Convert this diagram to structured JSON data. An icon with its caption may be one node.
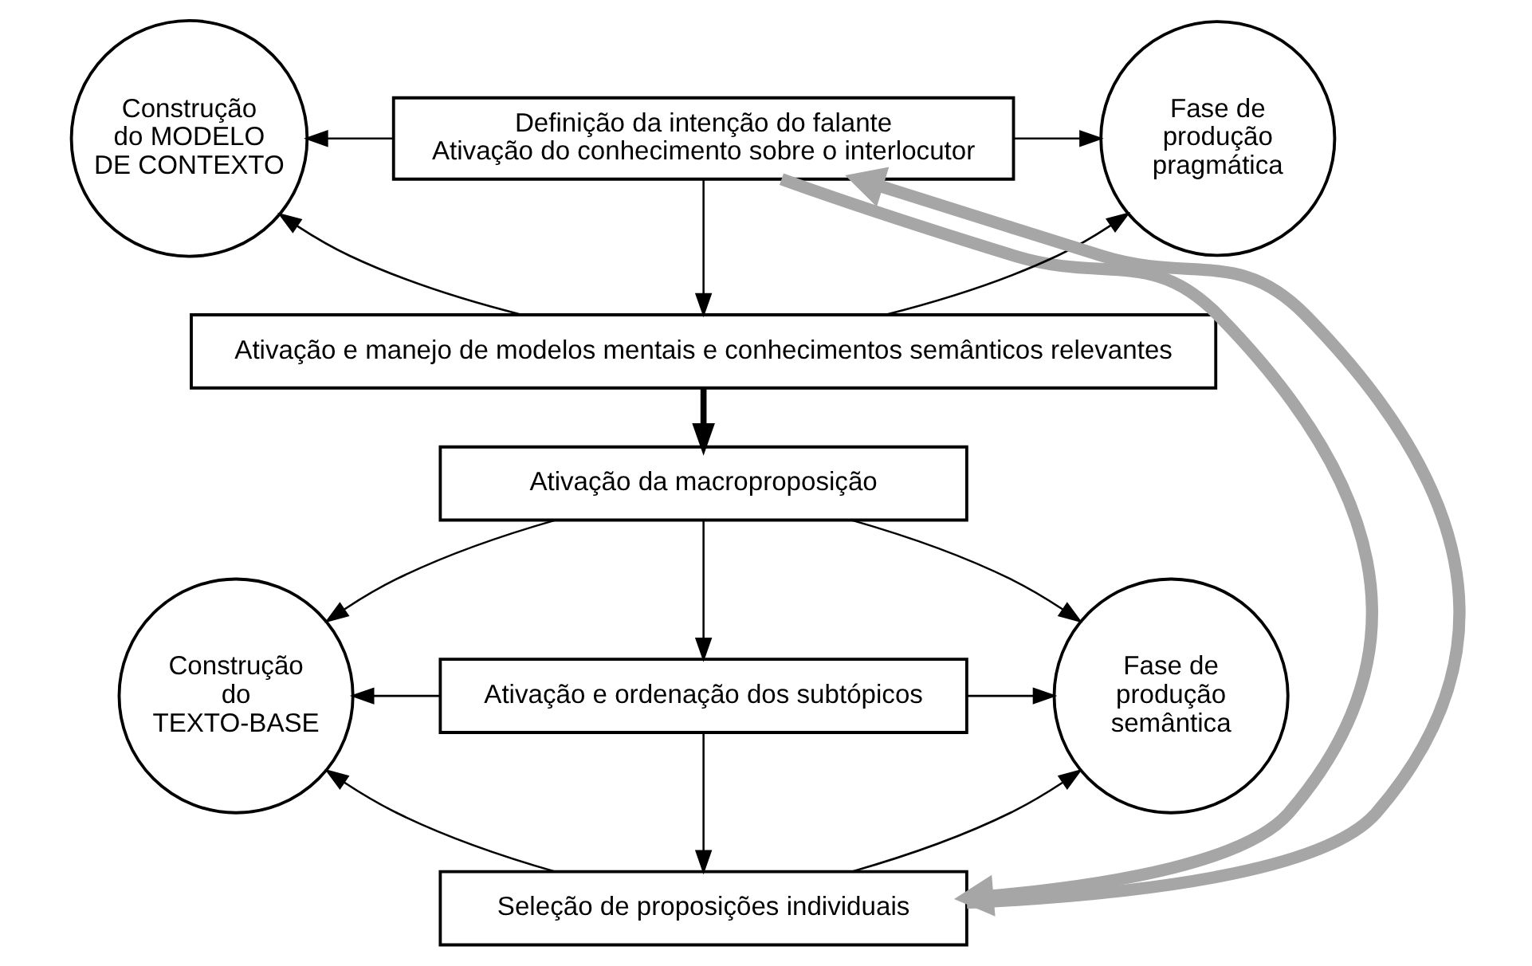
{
  "diagram": {
    "nodes": [
      {
        "text": [
          "Definição da intenção do falante",
          "Ativação do conhecimento sobre o interlocutor"
        ]
      },
      {
        "text": [
          "Ativação e manejo de modelos mentais e conhecimentos semânticos relevantes"
        ]
      },
      {
        "text": [
          "Ativação da macroproposição"
        ]
      },
      {
        "text": [
          "Ativação e ordenação dos subtópicos"
        ]
      },
      {
        "text": [
          "Seleção de proposições individuais"
        ]
      },
      {
        "text": [
          "Construção do MODELO DE CONTEXTO"
        ]
      },
      {
        "text": [
          "Fase de produção pragmática"
        ]
      },
      {
        "text": [
          "Construção do TEXTO-BASE"
        ]
      },
      {
        "text": [
          "Fase de produção semântica"
        ]
      }
    ],
    "edges": [
      {
        "from": 0,
        "to": 1,
        "arrow": "to"
      },
      {
        "from": 1,
        "to": 2,
        "arrow": "to",
        "style": "thick"
      },
      {
        "from": 2,
        "to": 3,
        "arrow": "to"
      },
      {
        "from": 3,
        "to": 4,
        "arrow": "to"
      },
      {
        "from": 0,
        "to": 5,
        "arrow": "to"
      },
      {
        "from": 1,
        "to": 5,
        "arrow": "to"
      },
      {
        "from": 0,
        "to": 6,
        "arrow": "to"
      },
      {
        "from": 1,
        "to": 6,
        "arrow": "to"
      },
      {
        "from": 2,
        "to": 7,
        "arrow": "to"
      },
      {
        "from": 3,
        "to": 7,
        "arrow": "to"
      },
      {
        "from": 4,
        "to": 7,
        "arrow": "to"
      },
      {
        "from": 2,
        "to": 8,
        "arrow": "to"
      },
      {
        "from": 3,
        "to": 8,
        "arrow": "to"
      },
      {
        "from": 4,
        "to": 8,
        "arrow": "to"
      },
      {
        "from": 0,
        "to": 4,
        "arrow": "to",
        "style": "thick",
        "color": "#a6a6a6"
      },
      {
        "from": 4,
        "to": 0,
        "arrow": "to",
        "style": "thick",
        "color": "#a6a6a6"
      }
    ]
  }
}
